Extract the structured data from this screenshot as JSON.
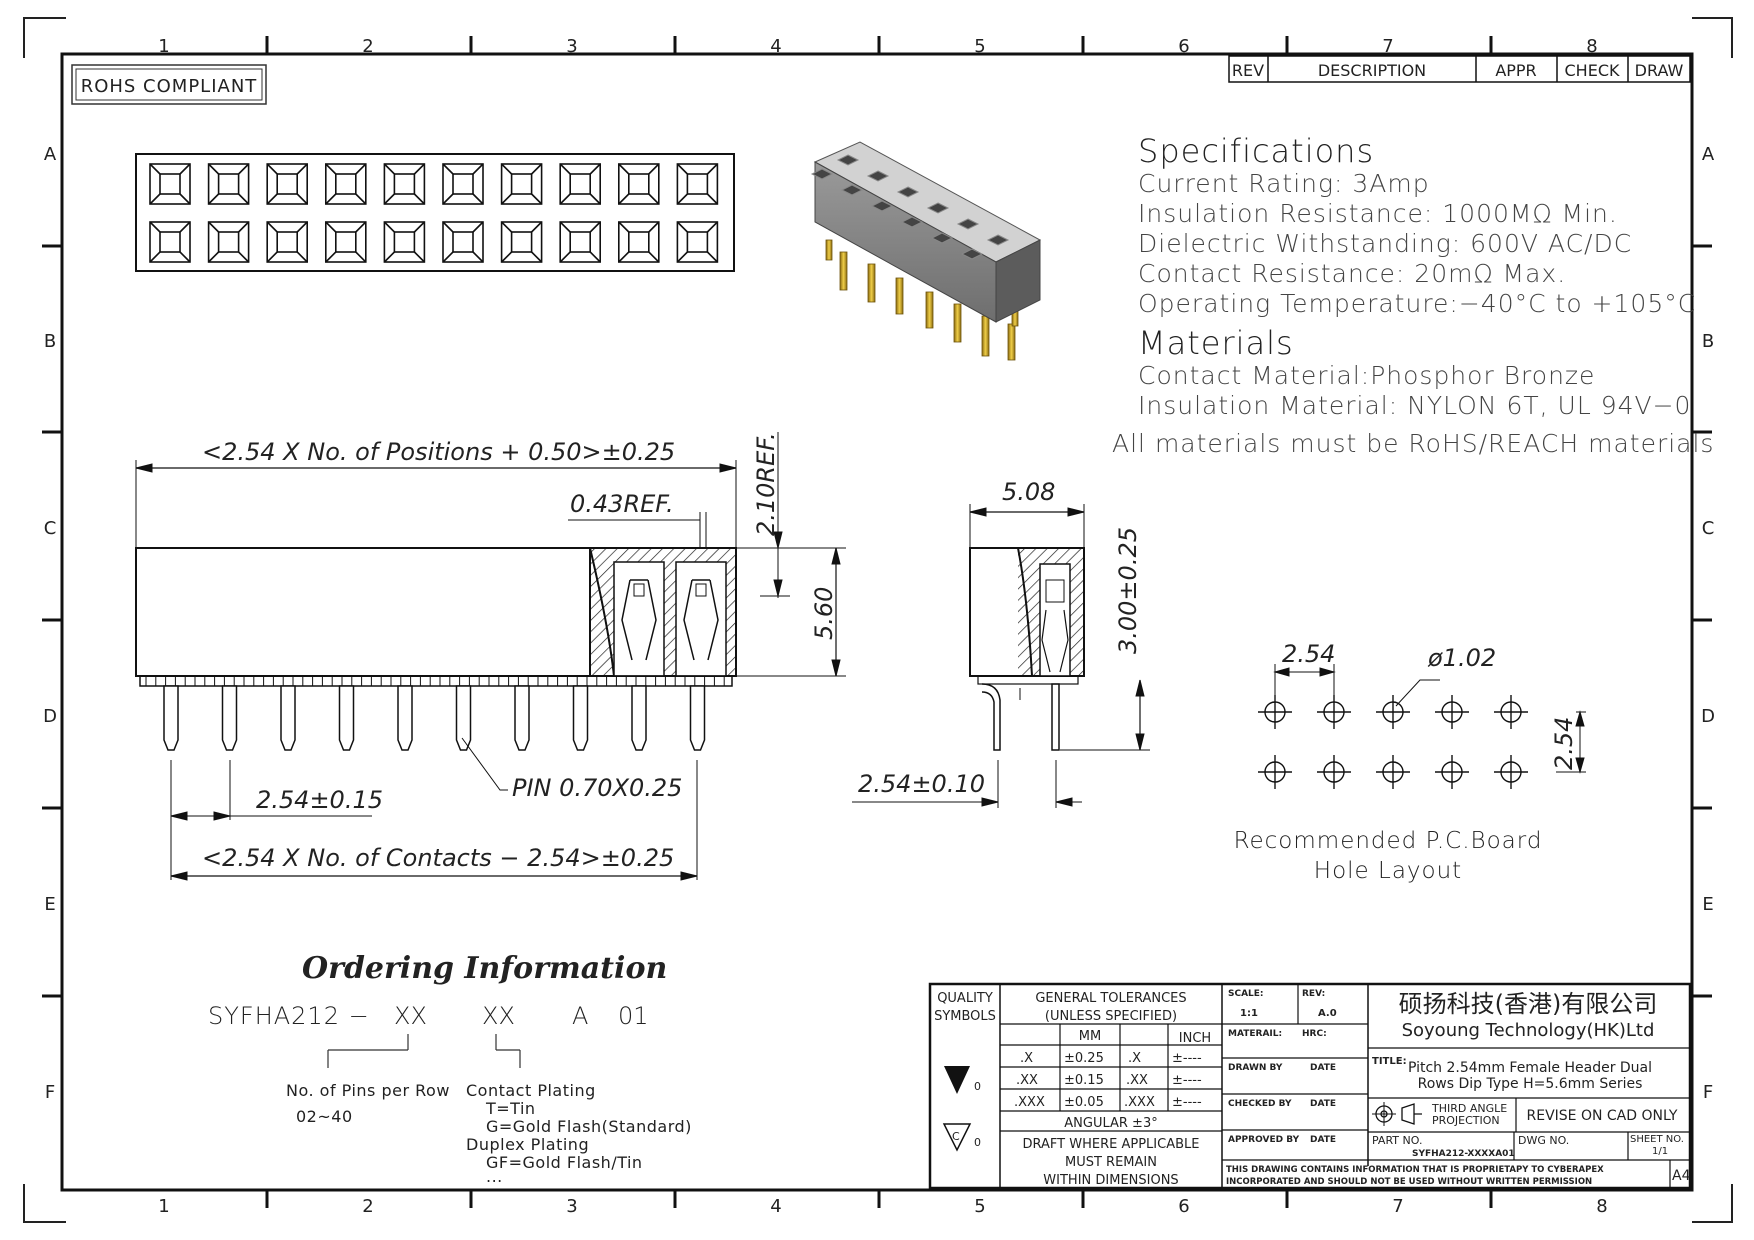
{
  "grid": {
    "columns": [
      "1",
      "2",
      "3",
      "4",
      "5",
      "6",
      "7",
      "8"
    ],
    "rows": [
      "A",
      "B",
      "C",
      "D",
      "E",
      "F"
    ]
  },
  "rohs_badge": "ROHS COMPLIANT",
  "revision_table": {
    "headers": [
      "REV",
      "DESCRIPTION",
      "APPR",
      "CHECK",
      "DRAW"
    ]
  },
  "specifications": {
    "heading": "Specifications",
    "lines": [
      "Current Rating: 3Amp",
      "Insulation Resistance:   1000MΩ Min.",
      "Dielectric Withstanding:   600V AC/DC",
      "Contact Resistance:   20mΩ Max.",
      "Operating Temperature:−40°C to +105°C"
    ]
  },
  "materials": {
    "heading": "Materials",
    "lines": [
      "Contact Material:Phosphor Bronze",
      "Insulation Material: NYLON 6T, UL 94V−0"
    ],
    "note": "All materials must be RoHS/REACH materials"
  },
  "dimensions": {
    "overall_length": "<2.54 X No. of Positions + 0.50>±0.25",
    "ref_043": "0.43REF.",
    "ref_210": "2.10REF.",
    "height_560": "5.60",
    "pitch": "2.54±0.15",
    "pin": "PIN 0.70X0.25",
    "contacts_length": "<2.54 X No. of Contacts − 2.54>±0.25",
    "width_508": "5.08",
    "tail_300": "3.00±0.25",
    "row_pitch": "2.54±0.10"
  },
  "pcb_layout": {
    "pitch_h": "2.54",
    "hole_dia": "ø1.02",
    "pitch_v": "2.54",
    "caption_line1": "Recommended P.C.Board",
    "caption_line2": "Hole Layout"
  },
  "ordering": {
    "heading": "Ordering Information",
    "code": [
      "SYFHA212 −",
      "XX",
      "XX",
      "A",
      "01"
    ],
    "pins_label": "No. of Pins per Row",
    "pins_range": "02~40",
    "plating_label": "Contact Plating",
    "plating_t": "T=Tin",
    "plating_g": "G=Gold Flash(Standard)",
    "duplex_label": "Duplex Plating",
    "duplex_gf": "GF=Gold Flash/Tin",
    "more": "..."
  },
  "title_block": {
    "quality_symbols": "QUALITY\nSYMBOLS",
    "quality_1": "QUALITY",
    "quality_2": "SYMBOLS",
    "sym_val": "0",
    "sym_c": "C",
    "gen_tol_1": "GENERAL TOLERANCES",
    "gen_tol_2": "(UNLESS SPECIFIED)",
    "mm": "MM",
    "inch": "INCH",
    "tol_rows": [
      [
        ".X",
        "±0.25",
        ".X",
        "±----"
      ],
      [
        ".XX",
        "±0.15",
        ".XX",
        "±----"
      ],
      [
        ".XXX",
        "±0.05",
        ".XXX",
        "±----"
      ]
    ],
    "angular": "ANGULAR ±3°",
    "draft_1": "DRAFT WHERE APPLICABLE",
    "draft_2": "MUST REMAIN",
    "draft_3": "WITHIN DIMENSIONS",
    "scale_label": "SCALE:",
    "scale_val": "1:1",
    "rev_label": "REV:",
    "rev_val": "A.0",
    "material_label": "MATERAIL:",
    "hrc_label": "HRC:",
    "drawn_by": "DRAWN BY",
    "checked_by": "CHECKED BY",
    "approved_by": "APPROVED BY",
    "date": "DATE",
    "company_cn": "硕扬科技(香港)有限公司",
    "company_en": "Soyoung Technology(HK)Ltd",
    "title_label": "TITLE:",
    "title_1": "Pitch 2.54mm Female Header Dual",
    "title_2": "Rows Dip Type H=5.6mm Series",
    "projection_1": "THIRD ANGLE",
    "projection_2": "PROJECTION",
    "revise": "REVISE ON CAD ONLY",
    "part_no_label": "PART NO.",
    "part_no": "SYFHA212-XXXXA01",
    "dwg_no_label": "DWG NO.",
    "sheet_no_label": "SHEET NO.",
    "sheet_no": "1/1",
    "proprietary_1": "THIS DRAWING CONTAINS INFORMATION THAT IS PROPRIETAPY TO CYBERAPEX",
    "proprietary_2": "INCORPORATED AND SHOULD NOT BE USED WITHOUT WRITTEN PERMISSION",
    "size": "A4"
  }
}
